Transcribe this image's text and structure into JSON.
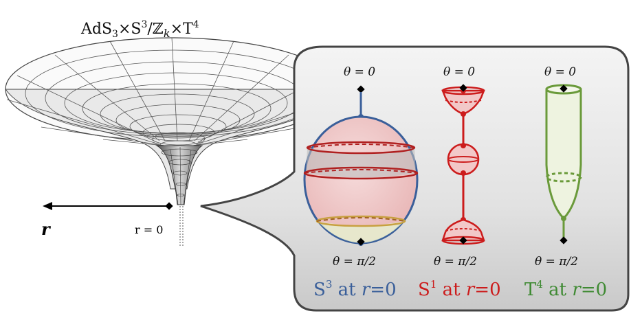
{
  "title": {
    "main": "AdS",
    "sub3": "3",
    "times1": "×S",
    "sup3": "3",
    "slash": "/ℤ",
    "subk": "k",
    "times2": "×T",
    "sup4": "4"
  },
  "axis": {
    "r_label": "r",
    "r0_label": "r = 0"
  },
  "panels": [
    {
      "top": "θ = 0",
      "bottom": "θ = π/2",
      "cap_base": "S",
      "cap_sup": "3",
      "cap_at": " at ",
      "cap_r": "r",
      "cap_eq": "=0",
      "color": "#3a5f9a"
    },
    {
      "top": "θ = 0",
      "bottom": "θ = π/2",
      "cap_base": "S",
      "cap_sup": "1",
      "cap_at": " at ",
      "cap_r": "r",
      "cap_eq": "=0",
      "color": "#cc1c1c"
    },
    {
      "top": "θ = 0",
      "bottom": "θ = π/2",
      "cap_base": "T",
      "cap_sup": "4",
      "cap_at": " at ",
      "cap_r": "r",
      "cap_eq": "=0",
      "color": "#3f8a33"
    }
  ],
  "colors": {
    "bubble_bg": "#dcdcdc",
    "funnel_stroke": "#444444",
    "s3": "#3a5f9a",
    "s1": "#cc1c1c",
    "t4": "#6a9a3a"
  }
}
